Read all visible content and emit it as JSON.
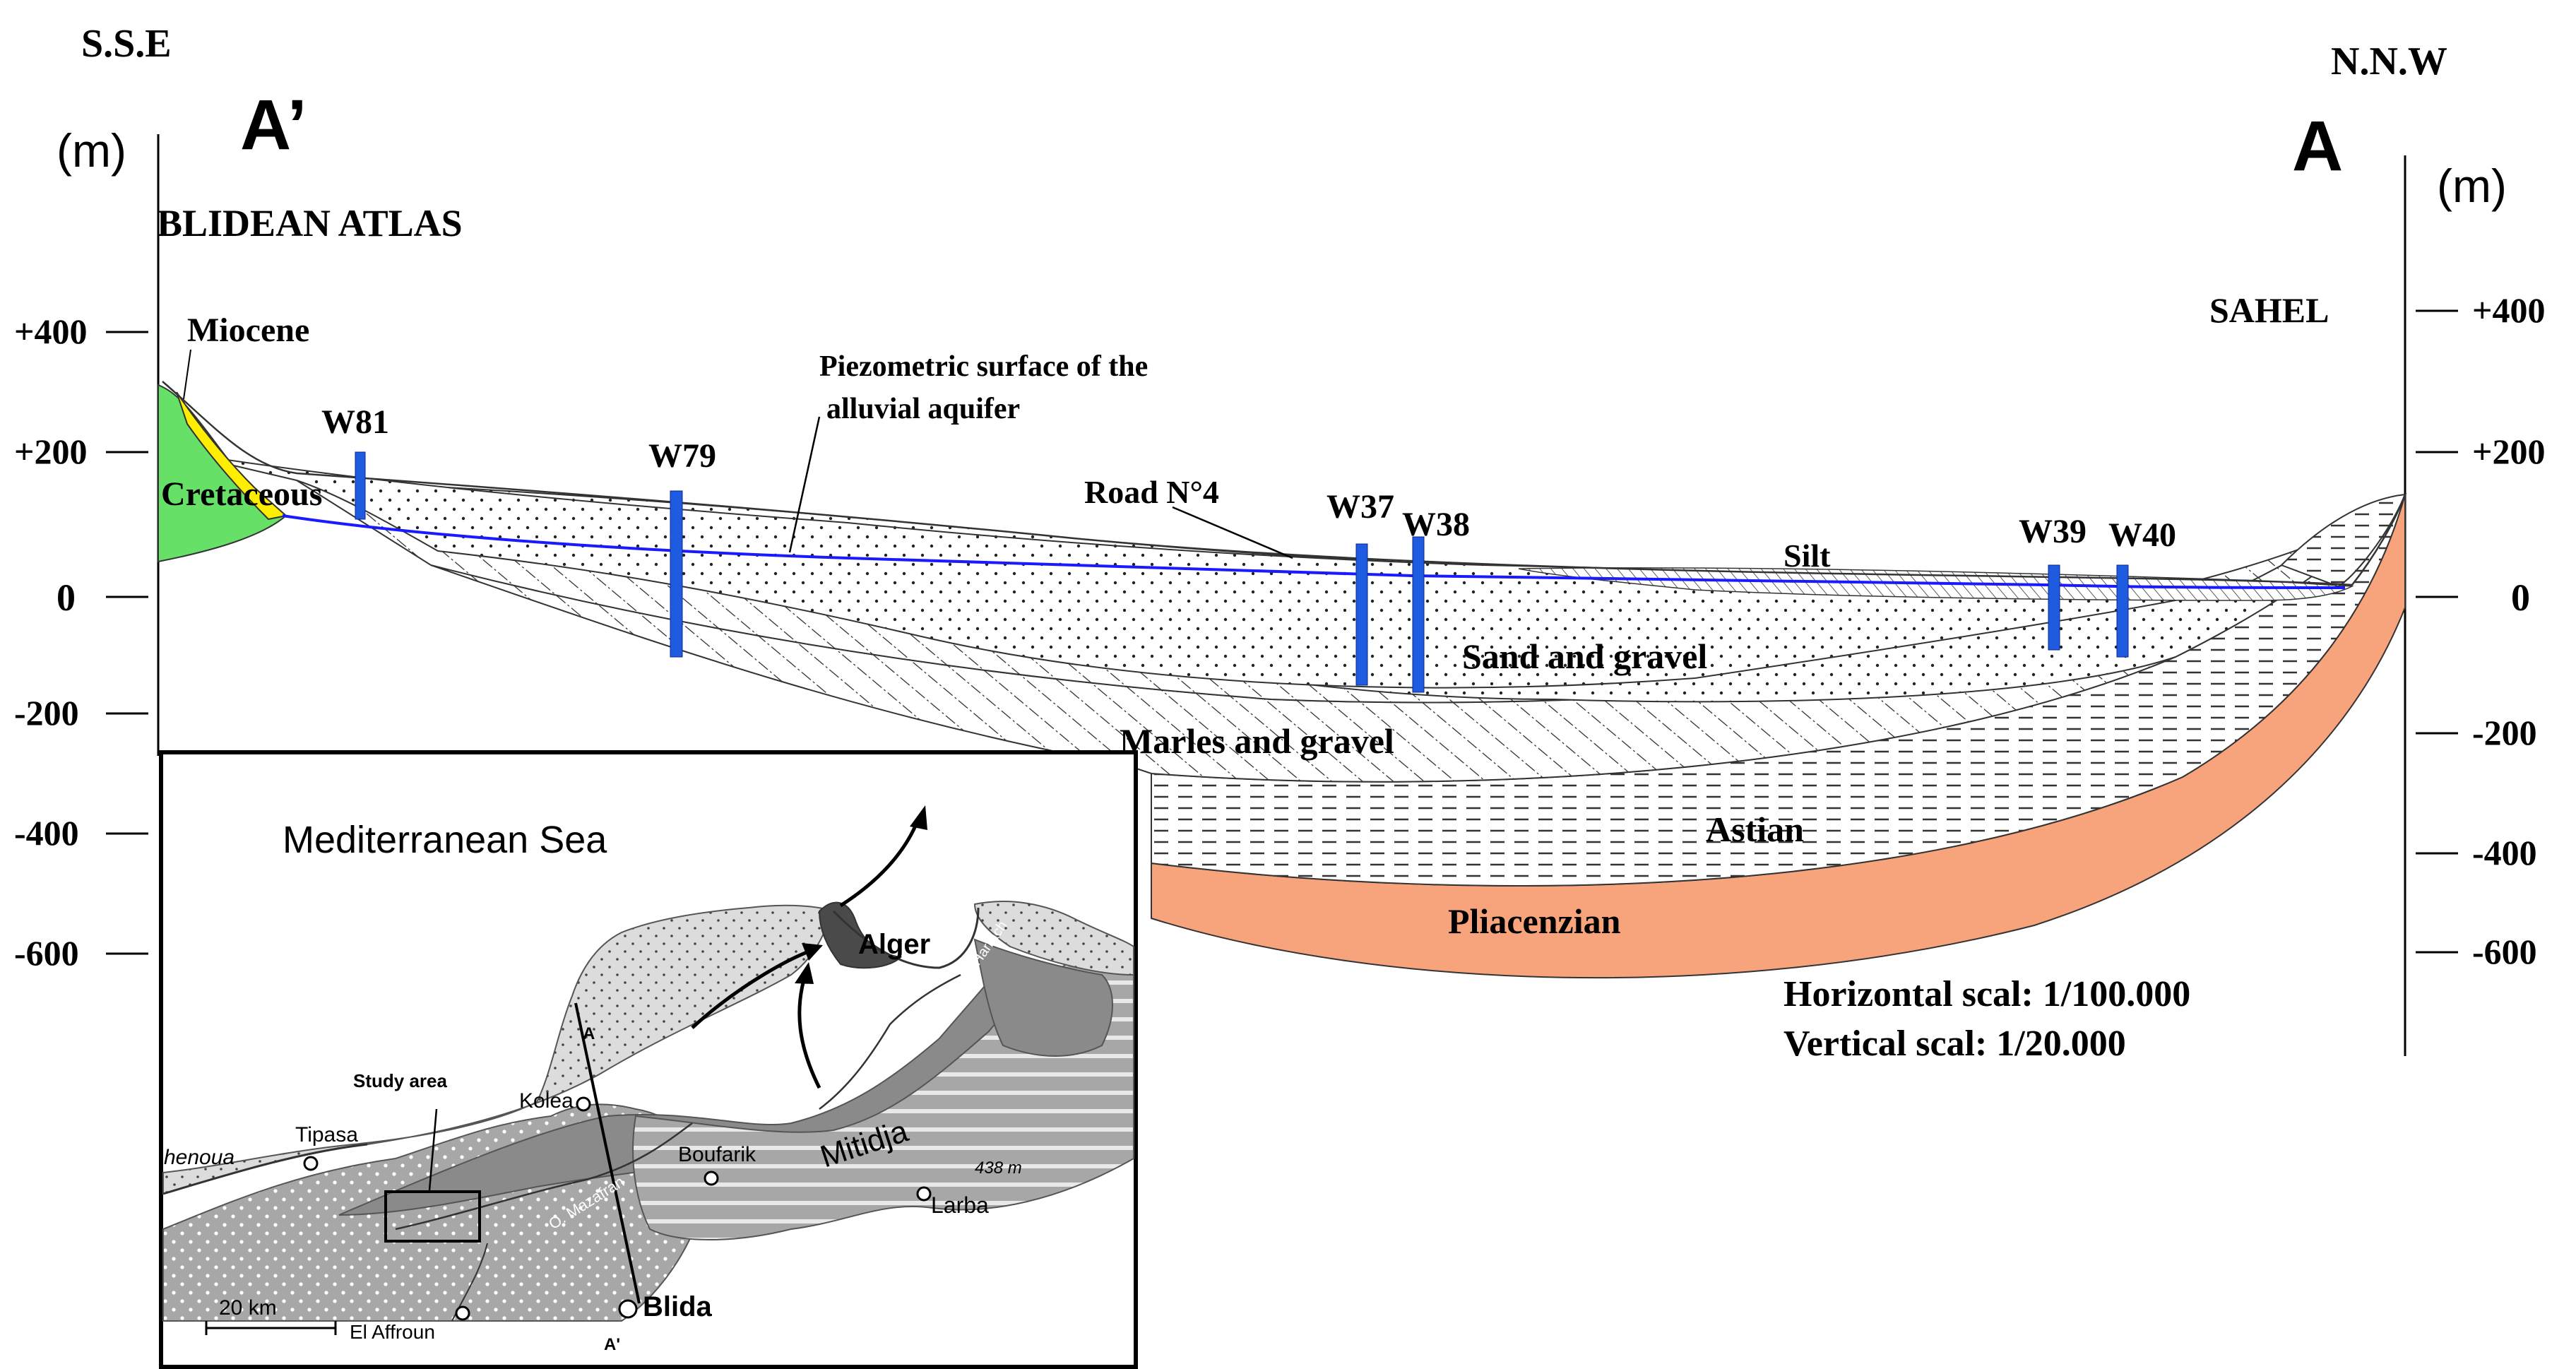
{
  "header": {
    "left_direction": "S.S.E",
    "right_direction": "N.N.W",
    "left_point": "A’",
    "right_point": "A",
    "left_unit": "(m)",
    "right_unit": "(m)",
    "left_region": "BLIDEAN ATLAS",
    "right_region": "SAHEL"
  },
  "left_axis_ticks": [
    "+400",
    "+200",
    "0",
    "-200",
    "-400",
    "-600"
  ],
  "right_axis_ticks": [
    "+400",
    "+200",
    "0",
    "-200",
    "-400",
    "-600"
  ],
  "formations": {
    "miocene": "Miocene",
    "cretaceous": "Cretaceous",
    "silt": "Silt",
    "sand_gravel": "Sand and gravel",
    "marles_gravel": "Marles and gravel",
    "astian": "Astian",
    "pliacenzian": "Pliacenzian"
  },
  "annotations": {
    "piezometric_line1": "Piezometric surface of the",
    "piezometric_line2": "alluvial aquifer",
    "road": "Road N°4"
  },
  "wells": [
    "W81",
    "W79",
    "W37",
    "W38",
    "W39",
    "W40"
  ],
  "scale": {
    "horizontal": "Horizontal scal: 1/100.000",
    "vertical": "Vertical scal: 1/20.000"
  },
  "inset_map": {
    "sea": "Mediterranean Sea",
    "alger": "Alger",
    "study_area": "Study area",
    "kolea": "Kolea",
    "tipasa": "Tipasa",
    "chenoua": "henoua",
    "boufarik": "Boufarik",
    "mitidja": "Mitidja",
    "elevation": "438 m",
    "larba": "Larba",
    "blida": "Blida",
    "el_affroun": "El Affroun",
    "scale_bar": "20 km",
    "oued_harrach": "O. Harrach",
    "oued_mazafran": "O. Mazafran",
    "point_a": "A",
    "point_a_prime": "A'"
  },
  "colors": {
    "cretaceous": "#66e066",
    "miocene": "#ffee00",
    "pliacenzian": "#f7a47c",
    "piezometric": "#1a1aff",
    "well": "#1f5be0",
    "map_dark": "#6f6f6f",
    "map_mid": "#a7a7a7",
    "map_light": "#dcdcdc"
  }
}
